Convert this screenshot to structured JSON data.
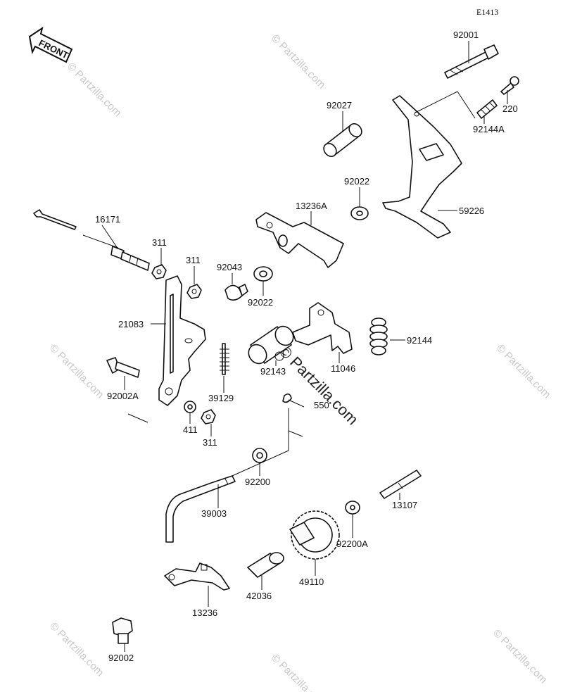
{
  "diagram_code": "E1413",
  "front_label": "FRONT",
  "watermark": "© Partzilla.com",
  "watermark_center": "© Partzilla.com",
  "parts": [
    {
      "id": "p92001",
      "label": "92001"
    },
    {
      "id": "p220",
      "label": "220"
    },
    {
      "id": "p92144A",
      "label": "92144A"
    },
    {
      "id": "p92027",
      "label": "92027"
    },
    {
      "id": "p59226",
      "label": "59226"
    },
    {
      "id": "p92022a",
      "label": "92022"
    },
    {
      "id": "p13236A",
      "label": "13236A"
    },
    {
      "id": "p16171",
      "label": "16171"
    },
    {
      "id": "p311a",
      "label": "311"
    },
    {
      "id": "p311b",
      "label": "311"
    },
    {
      "id": "p92043",
      "label": "92043"
    },
    {
      "id": "p92022b",
      "label": "92022"
    },
    {
      "id": "p21083",
      "label": "21083"
    },
    {
      "id": "p92144",
      "label": "92144"
    },
    {
      "id": "p92143",
      "label": "92143"
    },
    {
      "id": "p11046",
      "label": "11046"
    },
    {
      "id": "p92002A",
      "label": "92002A"
    },
    {
      "id": "p39129",
      "label": "39129"
    },
    {
      "id": "p550",
      "label": "550"
    },
    {
      "id": "p411",
      "label": "411"
    },
    {
      "id": "p311c",
      "label": "311"
    },
    {
      "id": "p92200",
      "label": "92200"
    },
    {
      "id": "p13107",
      "label": "13107"
    },
    {
      "id": "p39003",
      "label": "39003"
    },
    {
      "id": "p92200A",
      "label": "92200A"
    },
    {
      "id": "p49110",
      "label": "49110"
    },
    {
      "id": "p42036",
      "label": "42036"
    },
    {
      "id": "p13236",
      "label": "13236"
    },
    {
      "id": "p92002",
      "label": "92002"
    }
  ]
}
